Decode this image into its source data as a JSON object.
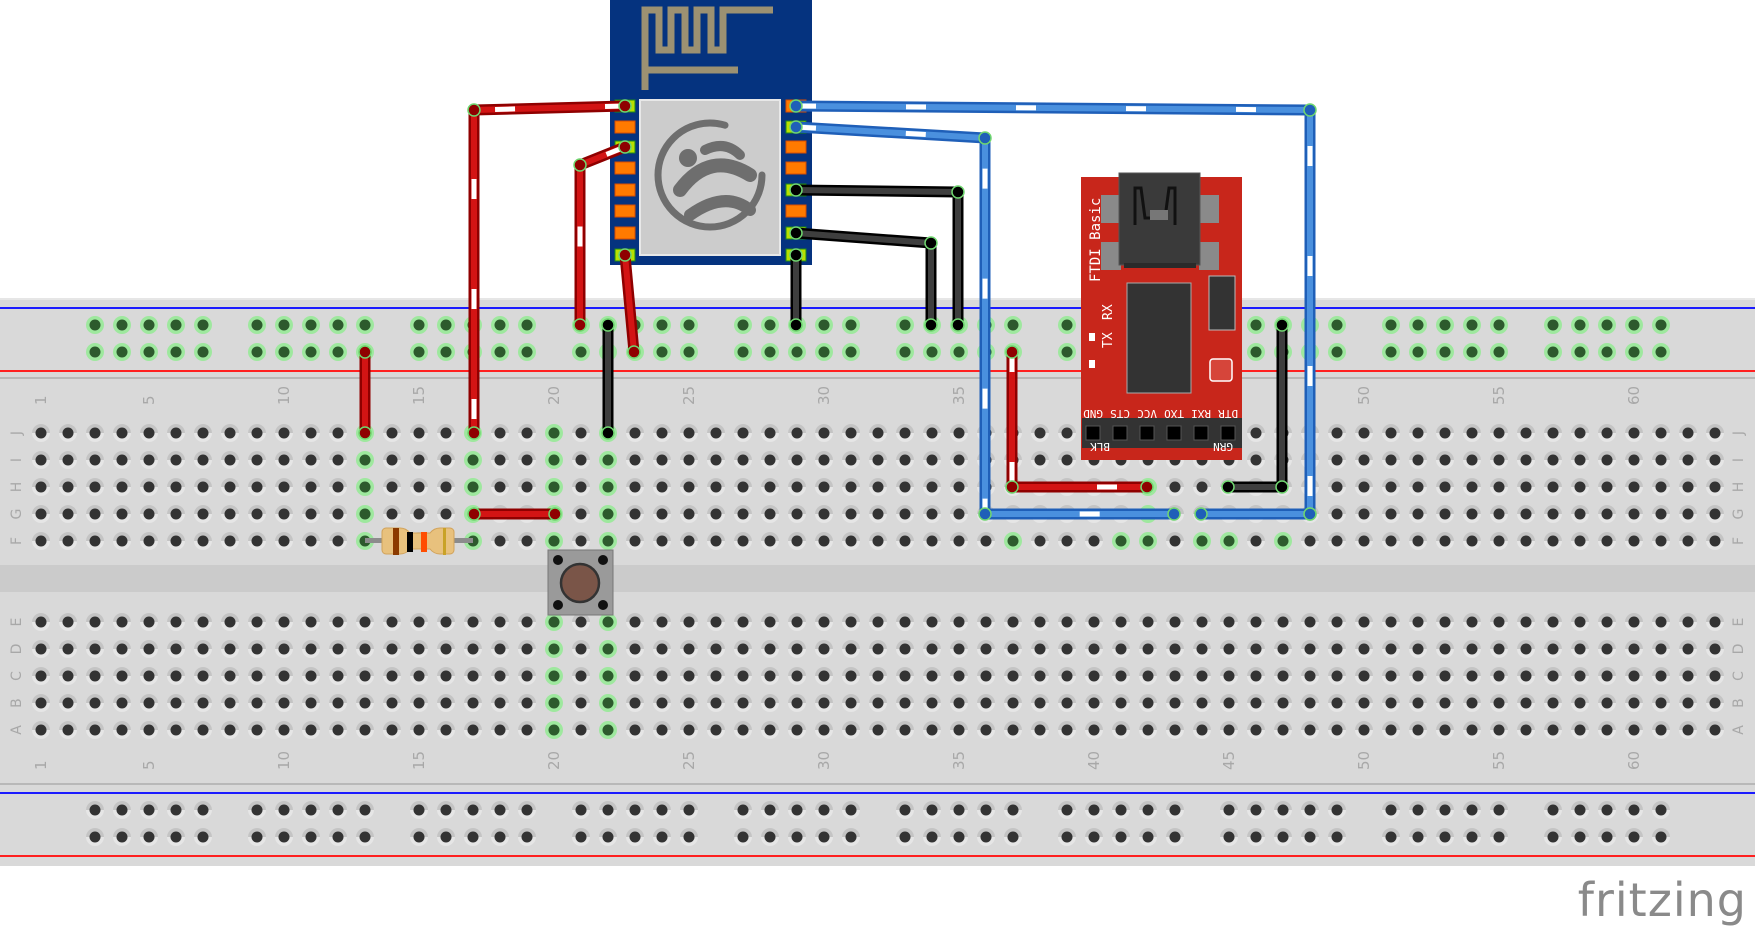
{
  "app": {
    "name": "Fritzing",
    "view": "Breadboard view",
    "watermark": "fritzing"
  },
  "breadboard": {
    "columns": 63,
    "column_labels": [
      "1",
      "5",
      "10",
      "15",
      "20",
      "25",
      "30",
      "35",
      "40",
      "45",
      "50",
      "55",
      "60"
    ],
    "top_row_labels": [
      "J",
      "I",
      "H",
      "G",
      "F"
    ],
    "bottom_row_labels": [
      "E",
      "D",
      "C",
      "B",
      "A"
    ],
    "rail_colors": {
      "negative": "#1b1bff",
      "positive": "#ff2020"
    },
    "connected_hole_color": "#2d5a2d",
    "hole_color": "#333333"
  },
  "components": {
    "esp_module": {
      "name": "ESP8266 ESP-01/12 module",
      "board_color": "#05337f",
      "antenna_color": "#9c9172",
      "pad_color": "#ff7a00"
    },
    "ftdi": {
      "title": "FTDI Basic",
      "board_color": "#c8261b",
      "led_labels": [
        "TX",
        "RX"
      ],
      "pin_labels": [
        "GND",
        "CTS",
        "VCC",
        "TXO",
        "RXI",
        "DTR"
      ],
      "edge_labels": [
        "BLK",
        "GRN"
      ]
    },
    "resistor": {
      "name": "Resistor",
      "bands": [
        "#8b3a00",
        "#000000",
        "#ff4d00",
        "#c9a227"
      ]
    },
    "pushbutton": {
      "name": "Pushbutton",
      "cap_color": "#7a5548"
    }
  },
  "wires": [
    {
      "id": "w1",
      "color": "red"
    },
    {
      "id": "w2",
      "color": "red"
    },
    {
      "id": "w3",
      "color": "red"
    },
    {
      "id": "w4",
      "color": "red"
    },
    {
      "id": "w5",
      "color": "black"
    },
    {
      "id": "w6",
      "color": "red"
    },
    {
      "id": "w7",
      "color": "black"
    },
    {
      "id": "w8",
      "color": "black"
    },
    {
      "id": "w9",
      "color": "black"
    },
    {
      "id": "w10",
      "color": "blue"
    },
    {
      "id": "w11",
      "color": "blue"
    },
    {
      "id": "w12",
      "color": "blue"
    },
    {
      "id": "w13",
      "color": "red"
    },
    {
      "id": "w14",
      "color": "black"
    }
  ]
}
